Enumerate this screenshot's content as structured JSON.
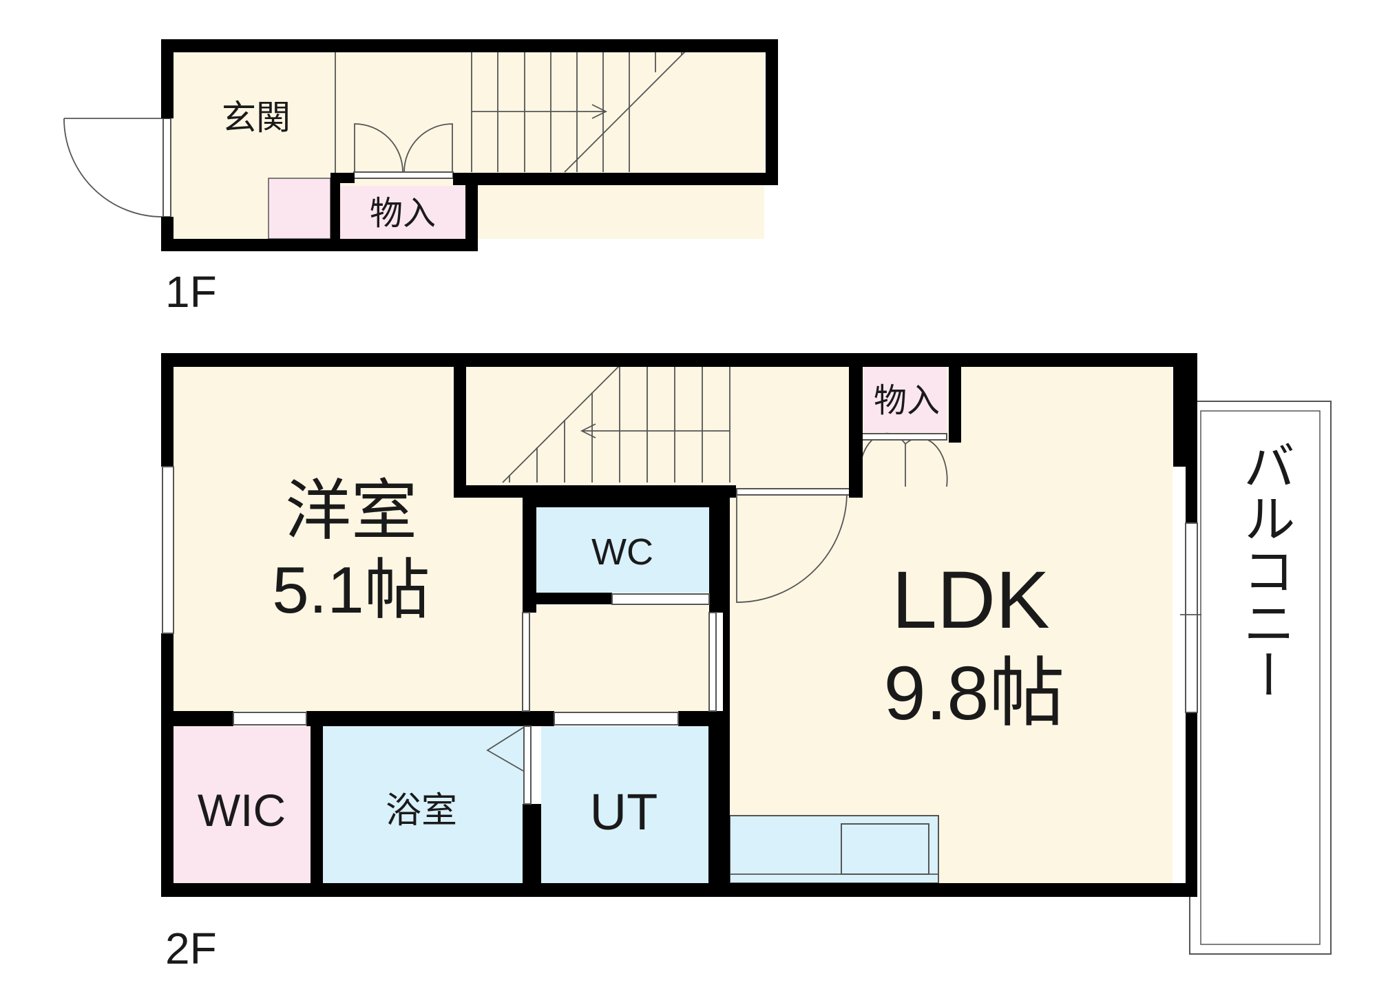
{
  "colors": {
    "wall": "#000000",
    "living_floor": "#fdf6e3",
    "storage_floor": "#fbe6ef",
    "wet_floor": "#d9f1fb",
    "balcony_fill": "#ffffff",
    "line": "#555555"
  },
  "floor1": {
    "floor_label": "1F",
    "rooms": {
      "entrance": "玄関",
      "storage": "物入"
    }
  },
  "floor2": {
    "floor_label": "2F",
    "rooms": {
      "western_room_name": "洋室",
      "western_room_size": "5.1帖",
      "wc": "WC",
      "ldk_name": "LDK",
      "ldk_size": "9.8帖",
      "storage": "物入",
      "wic": "WIC",
      "bath": "浴室",
      "utility": "UT",
      "balcony": "バルコニー"
    }
  }
}
